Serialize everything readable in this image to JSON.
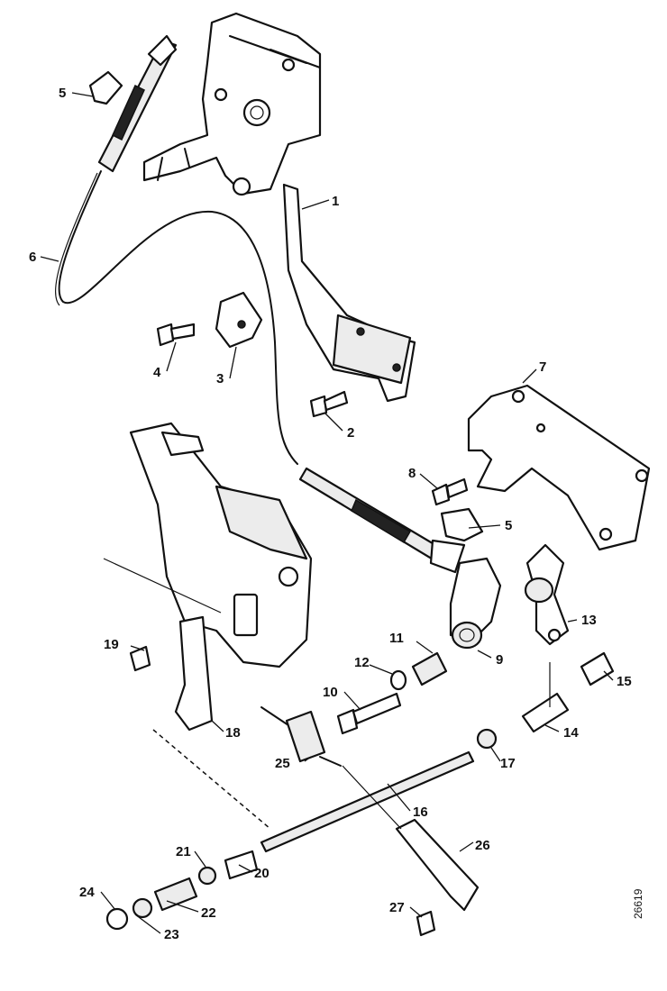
{
  "callouts": [
    {
      "id": "1",
      "text": "1"
    },
    {
      "id": "2",
      "text": "2"
    },
    {
      "id": "3",
      "text": "3"
    },
    {
      "id": "4",
      "text": "4"
    },
    {
      "id": "5a",
      "text": "5"
    },
    {
      "id": "5b",
      "text": "5"
    },
    {
      "id": "6",
      "text": "6"
    },
    {
      "id": "7",
      "text": "7"
    },
    {
      "id": "8",
      "text": "8"
    },
    {
      "id": "9",
      "text": "9"
    },
    {
      "id": "10",
      "text": "10"
    },
    {
      "id": "11",
      "text": "11"
    },
    {
      "id": "12",
      "text": "12"
    },
    {
      "id": "13",
      "text": "13"
    },
    {
      "id": "14",
      "text": "14"
    },
    {
      "id": "15",
      "text": "15"
    },
    {
      "id": "16",
      "text": "16"
    },
    {
      "id": "17",
      "text": "17"
    },
    {
      "id": "18",
      "text": "18"
    },
    {
      "id": "19",
      "text": "19"
    },
    {
      "id": "20",
      "text": "20"
    },
    {
      "id": "21",
      "text": "21"
    },
    {
      "id": "22",
      "text": "22"
    },
    {
      "id": "23",
      "text": "23"
    },
    {
      "id": "24",
      "text": "24"
    },
    {
      "id": "25",
      "text": "25"
    },
    {
      "id": "26",
      "text": "26"
    },
    {
      "id": "27",
      "text": "27"
    }
  ],
  "reference_number": "26619"
}
